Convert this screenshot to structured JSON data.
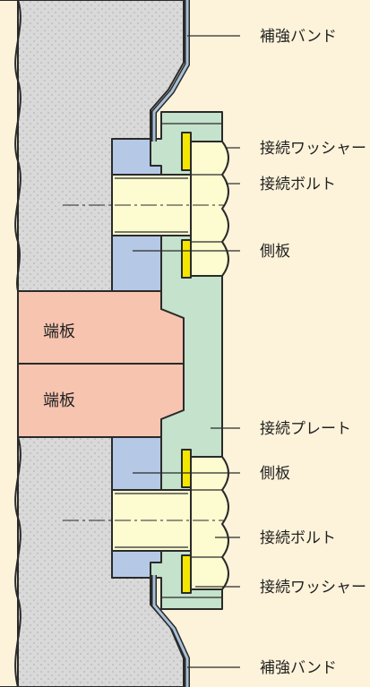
{
  "colors": {
    "background": "#FDF3DA",
    "concrete": "#D9D9D9",
    "concrete_dots": "#B5B5B5",
    "end_plate": "#F7C4B0",
    "side_plate": "#B5C8E6",
    "connection_plate": "#C4E2CC",
    "bolt": "#FDFBD0",
    "washer": "#F5E600",
    "band": "#A8C0D8",
    "outline": "#2a2a2a"
  },
  "labels": {
    "band_top": "補強バンド",
    "washer_top": "接続ワッシャー",
    "bolt_top": "接続ボルト",
    "side_plate_top": "側板",
    "connection_plate": "接続プレート",
    "side_plate_bottom": "側板",
    "bolt_bottom": "接続ボルト",
    "washer_bottom": "接続ワッシャー",
    "band_bottom": "補強バンド"
  },
  "plates": {
    "end_plate_upper": "端板",
    "end_plate_lower": "端板"
  }
}
